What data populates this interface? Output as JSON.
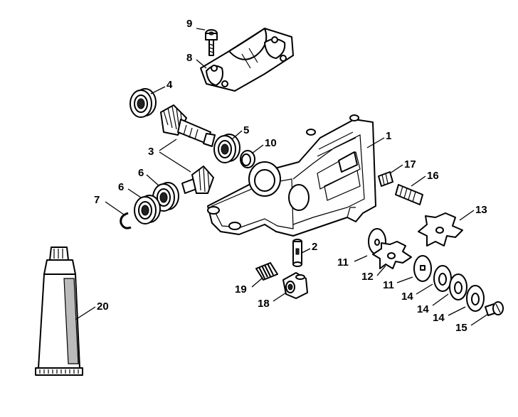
{
  "callouts": [
    {
      "id": "1",
      "text": "1"
    },
    {
      "id": "2",
      "text": "2"
    },
    {
      "id": "3",
      "text": "3"
    },
    {
      "id": "4",
      "text": "4"
    },
    {
      "id": "5",
      "text": "5"
    },
    {
      "id": "6a",
      "text": "6"
    },
    {
      "id": "6b",
      "text": "6"
    },
    {
      "id": "7",
      "text": "7"
    },
    {
      "id": "8",
      "text": "8"
    },
    {
      "id": "9",
      "text": "9"
    },
    {
      "id": "10",
      "text": "10"
    },
    {
      "id": "11a",
      "text": "11"
    },
    {
      "id": "11b",
      "text": "11"
    },
    {
      "id": "12",
      "text": "12"
    },
    {
      "id": "13",
      "text": "13"
    },
    {
      "id": "14a",
      "text": "14"
    },
    {
      "id": "14b",
      "text": "14"
    },
    {
      "id": "14c",
      "text": "14"
    },
    {
      "id": "15",
      "text": "15"
    },
    {
      "id": "16",
      "text": "16"
    },
    {
      "id": "17",
      "text": "17"
    },
    {
      "id": "18",
      "text": "18"
    },
    {
      "id": "19",
      "text": "19"
    },
    {
      "id": "20",
      "text": "20"
    }
  ]
}
